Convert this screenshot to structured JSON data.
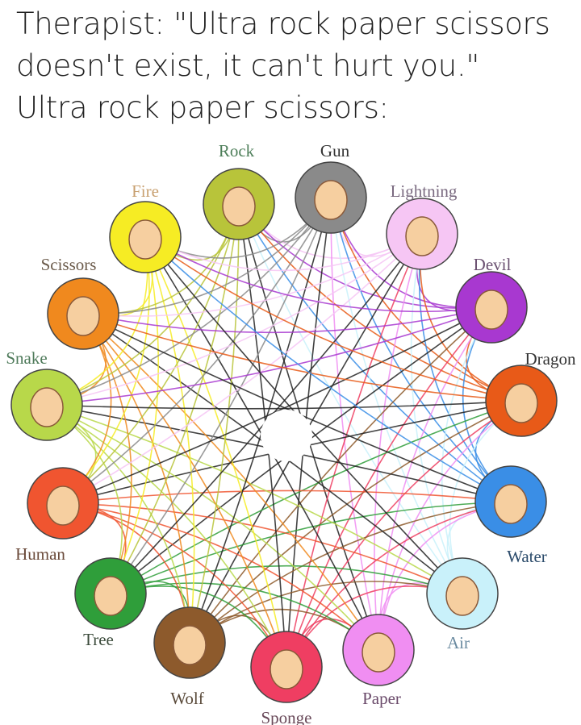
{
  "caption": {
    "line1": "Therapist: \"Ultra rock paper scissors",
    "line2": "doesn't exist, it can't hurt you.\"",
    "line3": "Ultra rock paper scissors:"
  },
  "diagram": {
    "center_color": "#ffffff",
    "nodes": [
      {
        "name": "Rock",
        "color": "#b8c43a",
        "label_color": "#4e7f5a"
      },
      {
        "name": "Gun",
        "color": "#8a8a8a",
        "label_color": "#333333"
      },
      {
        "name": "Lightning",
        "color": "#f6c6f4",
        "label_color": "#7a6a80"
      },
      {
        "name": "Devil",
        "color": "#a838d0",
        "label_color": "#6a5070"
      },
      {
        "name": "Dragon",
        "color": "#e85a18",
        "label_color": "#333333"
      },
      {
        "name": "Water",
        "color": "#3a8ee6",
        "label_color": "#2a4a6a"
      },
      {
        "name": "Air",
        "color": "#c9f1fa",
        "label_color": "#6a8aa0"
      },
      {
        "name": "Paper",
        "color": "#f08ef2",
        "label_color": "#6a4a6a"
      },
      {
        "name": "Sponge",
        "color": "#ef3e62",
        "label_color": "#6a4a5a"
      },
      {
        "name": "Wolf",
        "color": "#8d5a2c",
        "label_color": "#5a4a3a"
      },
      {
        "name": "Tree",
        "color": "#2f9e3a",
        "label_color": "#3a4a3a"
      },
      {
        "name": "Human",
        "color": "#f05530",
        "label_color": "#6a4a3a"
      },
      {
        "name": "Snake",
        "color": "#b8d84a",
        "label_color": "#4e7a5a"
      },
      {
        "name": "Scissors",
        "color": "#f0891e",
        "label_color": "#6a5a4a"
      },
      {
        "name": "Fire",
        "color": "#f6ec24",
        "label_color": "#c8a070"
      }
    ]
  }
}
